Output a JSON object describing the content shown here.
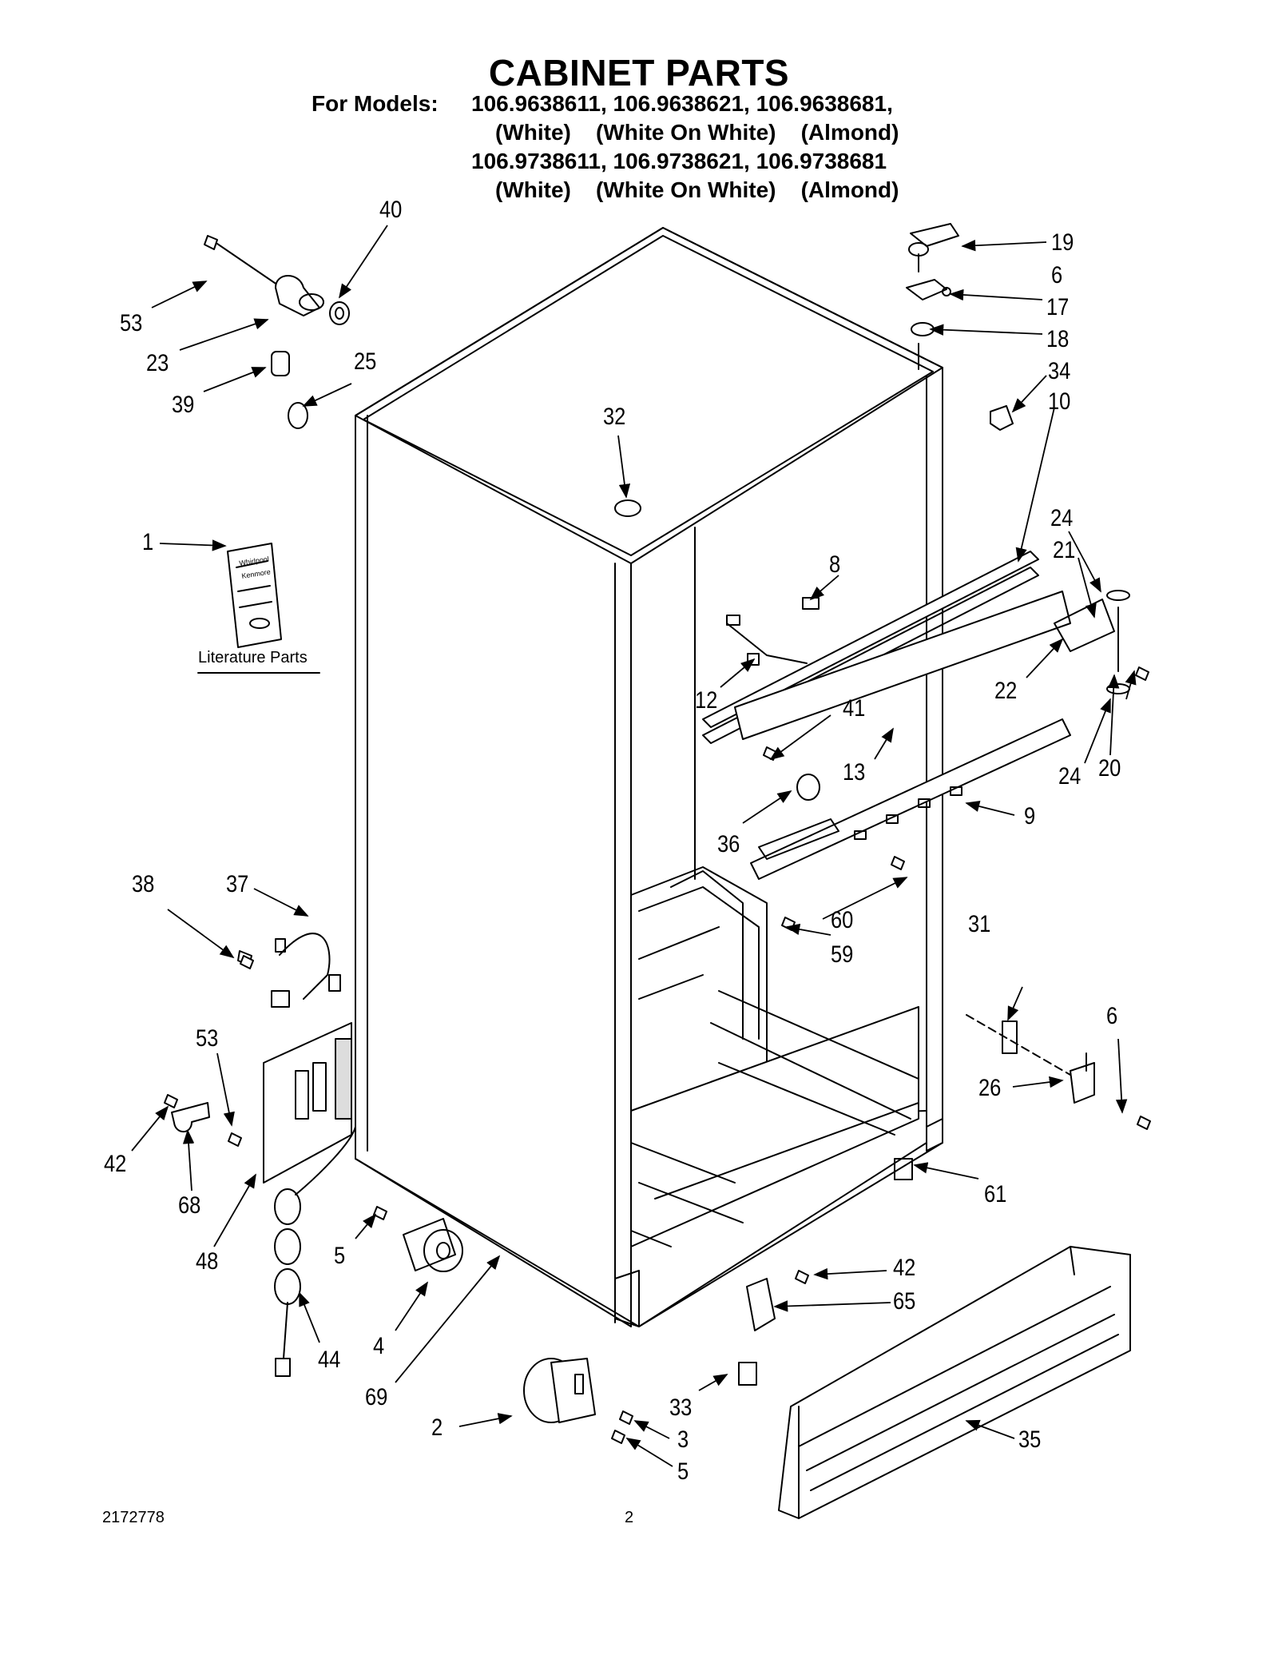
{
  "header": {
    "title": "CABINET PARTS",
    "models_label": "For Models:",
    "models_row1": "106.9638611, 106.9638621, 106.9638681,",
    "colors_row1": "(White)    (White On White)    (Almond)",
    "models_row2": "106.9738611, 106.9738621, 106.9738681",
    "colors_row2": "(White)    (White On White)    (Almond)"
  },
  "literature": {
    "caption": "Literature Parts",
    "booklet_text": [
      "Whirlpool",
      "Kenmore"
    ]
  },
  "callouts": {
    "c1": "1",
    "c2": "2",
    "c3": "3",
    "c4": "4",
    "c5a": "5",
    "c5b": "5",
    "c6a": "6",
    "c6b": "6",
    "c8": "8",
    "c9": "9",
    "c10": "10",
    "c12": "12",
    "c13": "13",
    "c17": "17",
    "c18": "18",
    "c19": "19",
    "c20": "20",
    "c21": "21",
    "c22": "22",
    "c23": "23",
    "c24a": "24",
    "c24b": "24",
    "c25": "25",
    "c26": "26",
    "c31": "31",
    "c32": "32",
    "c33": "33",
    "c34": "34",
    "c35": "35",
    "c36": "36",
    "c37": "37",
    "c38": "38",
    "c39": "39",
    "c40": "40",
    "c41": "41",
    "c42a": "42",
    "c42b": "42",
    "c44": "44",
    "c48": "48",
    "c53a": "53",
    "c53b": "53",
    "c59": "59",
    "c60": "60",
    "c61": "61",
    "c65": "65",
    "c68": "68",
    "c69": "69"
  },
  "footer": {
    "doc_number": "2172778",
    "page_number": "2"
  }
}
